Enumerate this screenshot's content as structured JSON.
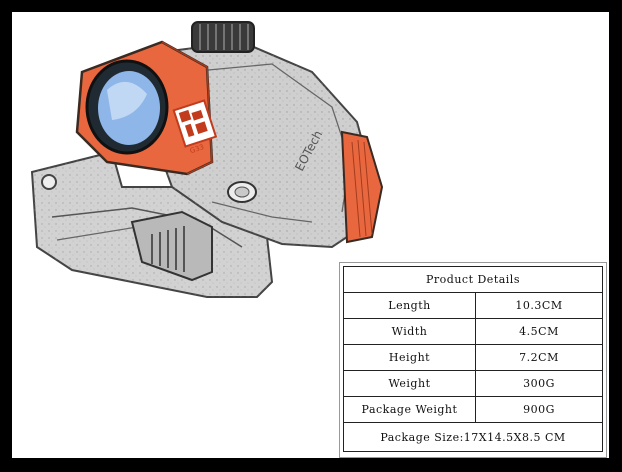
{
  "product_details": {
    "title": "Product Details",
    "rows": [
      {
        "label": "Length",
        "value": "10.3CM"
      },
      {
        "label": "Width",
        "value": "4.5CM"
      },
      {
        "label": "Height",
        "value": "7.2CM"
      },
      {
        "label": "Weight",
        "value": "300G"
      },
      {
        "label": "Package Weight",
        "value": "900G"
      }
    ],
    "package_size": "Package Size:17X14.5X8.5 CM"
  },
  "illustration": {
    "body_engraving": "EOTech",
    "label_text": "G33",
    "colors": {
      "accent_orange": "#e8673f",
      "body_gray": "#c9c9c9",
      "lens_blue": "#8fb6e8",
      "outline": "#444444"
    }
  }
}
